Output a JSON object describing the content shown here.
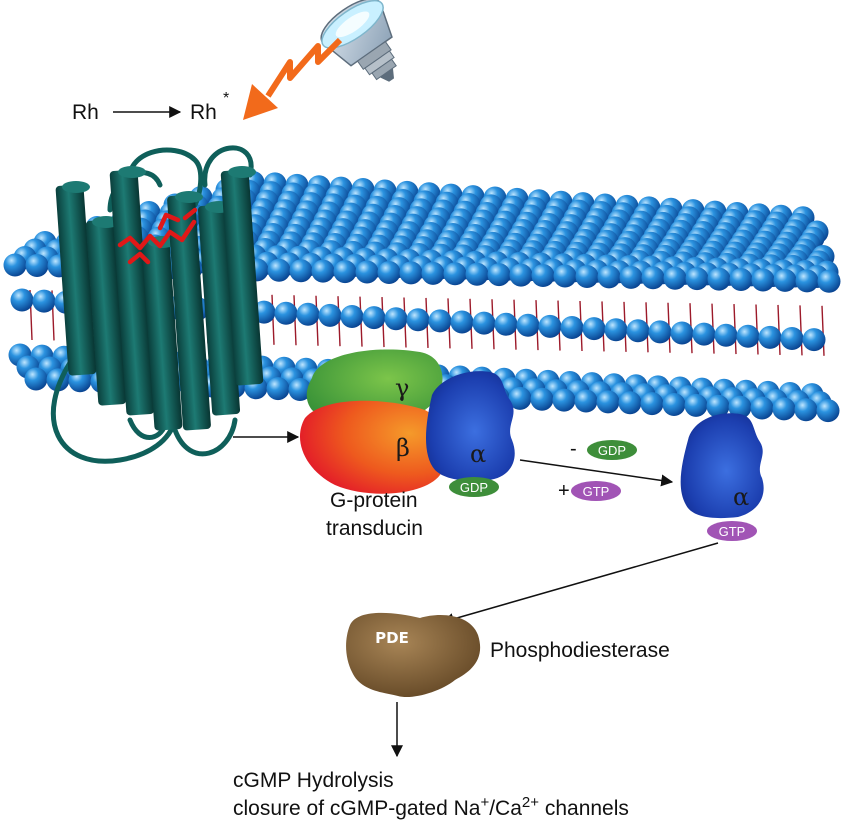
{
  "labels": {
    "rh": "Rh",
    "rh_star": "Rh",
    "rh_star_sup": "*",
    "gamma": "γ",
    "beta": "β",
    "alpha_complex": "α",
    "alpha_free": "α",
    "gdp_complex": "GDP",
    "minus_sign": "-",
    "minus_gdp": "GDP",
    "plus_sign": "+",
    "plus_gtp": "GTP",
    "gtp_free": "GTP",
    "gprotein_line1": "G-protein",
    "gprotein_line2": "transducin",
    "pde": "PDE",
    "phosphodiesterase": "Phosphodiesterase",
    "result_line1": "cGMP Hydrolysis",
    "result_line2_a": "closure of cGMP-gated Na",
    "result_line2_sup1": "+",
    "result_line2_b": "/Ca",
    "result_line2_sup2": "2+",
    "result_line2_c": " channels"
  },
  "colors": {
    "membrane_bead": "#1f86d6",
    "membrane_bead_dark": "#0b4fa3",
    "lipid_tail": "#9c1a2a",
    "helix": "#0f5f5a",
    "retinal": "#e01818",
    "lightning": "#f26a1b",
    "gamma_subunit": "#3f9a3a",
    "beta_subunit": "#ee5a1e",
    "alpha_subunit": "#1a3fb0",
    "gdp_pill": "#3e8e3a",
    "gtp_pill": "#a154b5",
    "pde_body": "#7a5a33"
  }
}
